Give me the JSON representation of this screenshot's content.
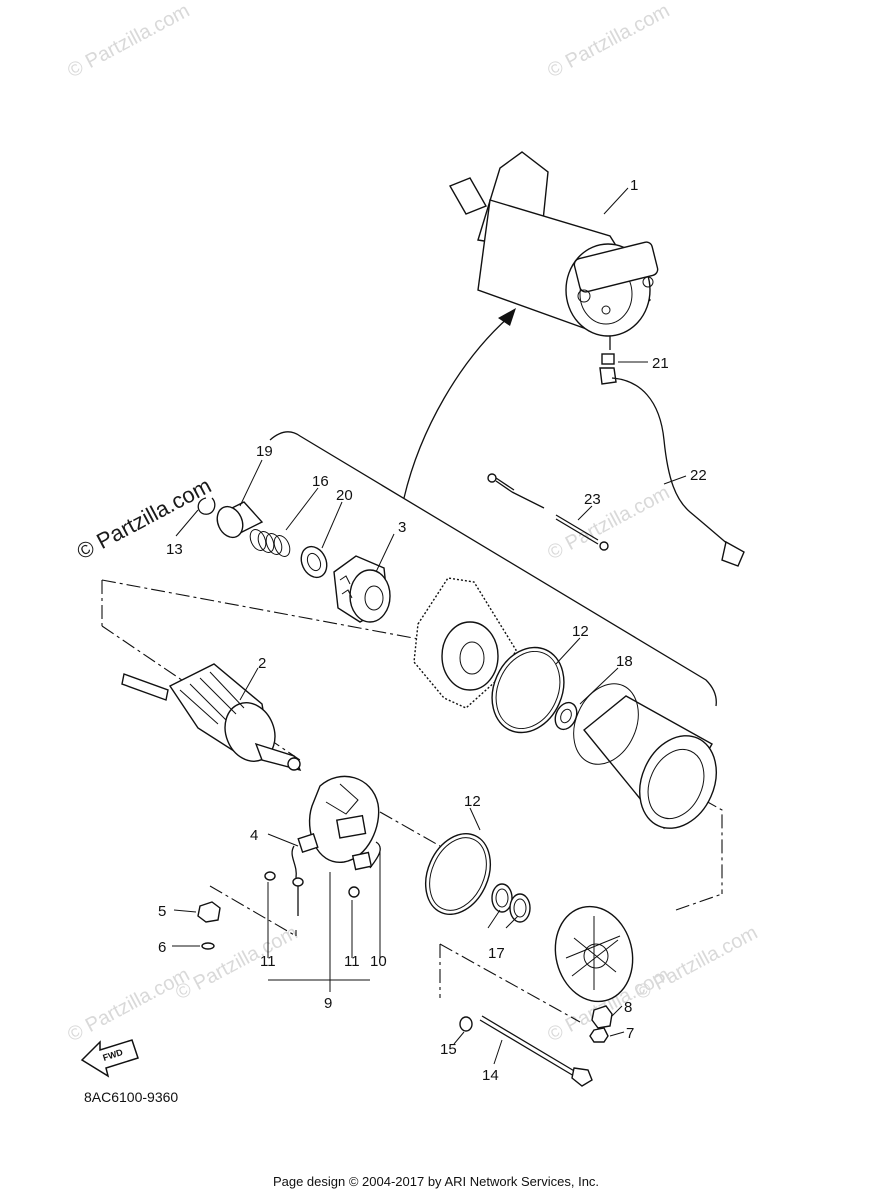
{
  "watermarks": {
    "faint": "© Partzilla.com",
    "main": "© Partzilla.com"
  },
  "diagram_code": "8AC6100-9360",
  "fwd_label": "FWD",
  "footer": "Page design © 2004-2017 by ARI Network Services, Inc.",
  "callouts": {
    "c1": "1",
    "c2": "2",
    "c3": "3",
    "c4": "4",
    "c5": "5",
    "c6": "6",
    "c7": "7",
    "c8": "8",
    "c9": "9",
    "c10": "10",
    "c11a": "11",
    "c11b": "11",
    "c12a": "12",
    "c12b": "12",
    "c13": "13",
    "c14": "14",
    "c15": "15",
    "c16": "16",
    "c17": "17",
    "c18": "18",
    "c19": "19",
    "c20": "20",
    "c21": "21",
    "c22": "22",
    "c23": "23"
  }
}
